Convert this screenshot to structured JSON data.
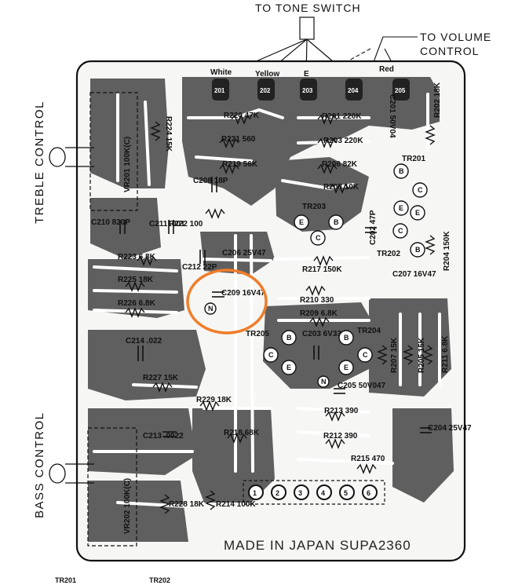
{
  "header": {
    "tone_switch": "TO TONE SWITCH",
    "volume_line1": "TO VOLUME",
    "volume_line2": "CONTROL"
  },
  "wires": [
    "White",
    "Yellow",
    "E",
    "Red"
  ],
  "side_labels": {
    "treble": "TREBLE CONTROL",
    "bass": "BASS CONTROL"
  },
  "terminals": [
    "201",
    "202",
    "203",
    "204",
    "205"
  ],
  "components": {
    "R224": "R224 15K",
    "R220": "R220 47K",
    "R221": "R221 560",
    "R201": "R201 220K",
    "C201": "C201 50V04",
    "R202": "R202 18K",
    "R203": "R203 220K",
    "R219": "R219 56K",
    "R206": "R206 82K",
    "TR201": "TR201",
    "C208": "C208 18P",
    "R208": "R208 10K",
    "VR201": "VR201 100K(C)",
    "C210": "C210 820P",
    "C211": "C211 .001",
    "R222": "R222 100",
    "TR203": "TR203",
    "C202": "C202 47P",
    "TR202": "TR202",
    "R204": "R204 150K",
    "R223": "R223 6.8K",
    "C206": "C206 25V47",
    "C212": "C212 22P",
    "R217": "R217 150K",
    "C207": "C207 16V47",
    "R225": "R225 18K",
    "C209": "C209 16V47",
    "R210": "R210 330",
    "R226": "R226 6.8K",
    "R209": "R209 6.8K",
    "TR205": "TR205",
    "C203": "C203 6V33",
    "TR204": "TR204",
    "R207": "R207 15K",
    "R205": "R205 15K",
    "R211": "R211 6.8K",
    "C214": "C214 .022",
    "C205": "C205 50V047",
    "R227": "R227 15K",
    "R229": "R229 18K",
    "R213": "R213 390",
    "C213": "C213 .0022",
    "R218": "R218 68K",
    "R212": "R212 390",
    "C204": "C204 25V47",
    "VR202": "VR202 100K(C)",
    "R215": "R215 470",
    "R228": "R228 18K",
    "R214": "R214 100K"
  },
  "pin_markers": [
    "B",
    "C",
    "E",
    "N"
  ],
  "connector_pins": [
    "1",
    "2",
    "3",
    "4",
    "5",
    "6"
  ],
  "footer": {
    "stamp": "MADE IN JAPAN SUPA2360",
    "note_left": "TR201",
    "note_right": "TR202"
  },
  "colors": {
    "board": "#f6f6f4",
    "copper": "#5f5f5f",
    "trace": "#ffffff",
    "ink": "#111111",
    "highlight": "#f07d2a"
  }
}
